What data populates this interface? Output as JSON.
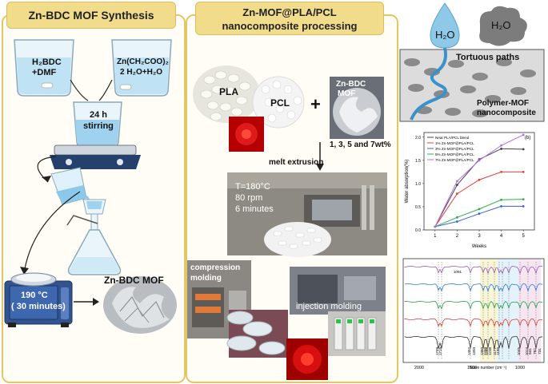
{
  "left_panel": {
    "title": "Zn-BDC MOF Synthesis",
    "beaker1": {
      "line1": "H₂BDC",
      "line2": "+DMF"
    },
    "beaker2": {
      "line1": "Zn(CH₂COO)₂",
      "line2": "2 H₂O+H₂O"
    },
    "stir_beaker": {
      "line1": "24 h",
      "line2": "stirring"
    },
    "oven_label": {
      "line1": "190 °C",
      "line2": "( 30 minutes)"
    },
    "product_label": "Zn-BDC MOF"
  },
  "middle_panel": {
    "title_line1": "Zn-MOF@PLA/PCL",
    "title_line2": "nanocomposite processing",
    "pla_label": "PLA",
    "pcl_label": "PCL",
    "plus": "+",
    "mof_label_line1": "Zn-BDC",
    "mof_label_line2": "MOF",
    "loading": "1, 3, 5 and 7wt%",
    "melt_extrusion": "melt extrusion",
    "conditions": [
      "T=180°C",
      "80 rpm",
      "6 minutes"
    ],
    "compression_line1": "compression",
    "compression_line2": "molding",
    "injection": "injection molding"
  },
  "right_panel": {
    "h2o_drop": "H₂O",
    "h2o_cloud": "H₂O",
    "tortuous": "Tortuous paths",
    "polymer_line1": "Polymer-MOF",
    "polymer_line2": "nanocomposite"
  },
  "chart_data": [
    {
      "type": "line",
      "tag": "(b)",
      "xlabel": "Weeks",
      "ylabel": "Water absorption(%)",
      "x": [
        1,
        2,
        3,
        4,
        5
      ],
      "xlim": [
        0.5,
        5.5
      ],
      "ylim": [
        0,
        2.1
      ],
      "yticks": [
        "0.0",
        "0.5",
        "1.0",
        "1.5",
        "2.0"
      ],
      "series": [
        {
          "name": "Neat PLA/PCL blend",
          "color": "#444444",
          "values": [
            0.07,
            0.97,
            1.52,
            1.75,
            1.74
          ]
        },
        {
          "name": "1% Zn-MOF@PLA/PCL",
          "color": "#e8413b",
          "values": [
            0.07,
            0.78,
            1.08,
            1.25,
            1.25
          ]
        },
        {
          "name": "3% Zn-MOF@PLA/PCL",
          "color": "#3a5fd6",
          "values": [
            0.07,
            0.18,
            0.35,
            0.51,
            0.51
          ]
        },
        {
          "name": "5% Zn-MOF@PLA/PCL",
          "color": "#2bb24c",
          "values": [
            0.07,
            0.27,
            0.45,
            0.65,
            0.66
          ]
        },
        {
          "name": "7% Zn-MOF@PLA/PCL",
          "color": "#b06ee8",
          "values": [
            0.07,
            1.05,
            1.5,
            1.82,
            2.05
          ]
        }
      ]
    },
    {
      "type": "line",
      "xlabel": "Wave number (cm⁻¹)",
      "xticks": [
        "2000",
        "1500",
        "1000"
      ],
      "peak_labels": [
        "1091",
        "1749",
        "1719",
        "1452",
        "1393",
        "1360",
        "1293",
        "1265",
        "1238",
        "1177",
        "1158",
        "1045",
        "1014",
        "841",
        "762",
        "731"
      ],
      "series": [
        {
          "color": "#9b59b6"
        },
        {
          "color": "#2a7de1"
        },
        {
          "color": "#22a34a"
        },
        {
          "color": "#e03c31"
        },
        {
          "color": "#333333"
        }
      ]
    }
  ]
}
